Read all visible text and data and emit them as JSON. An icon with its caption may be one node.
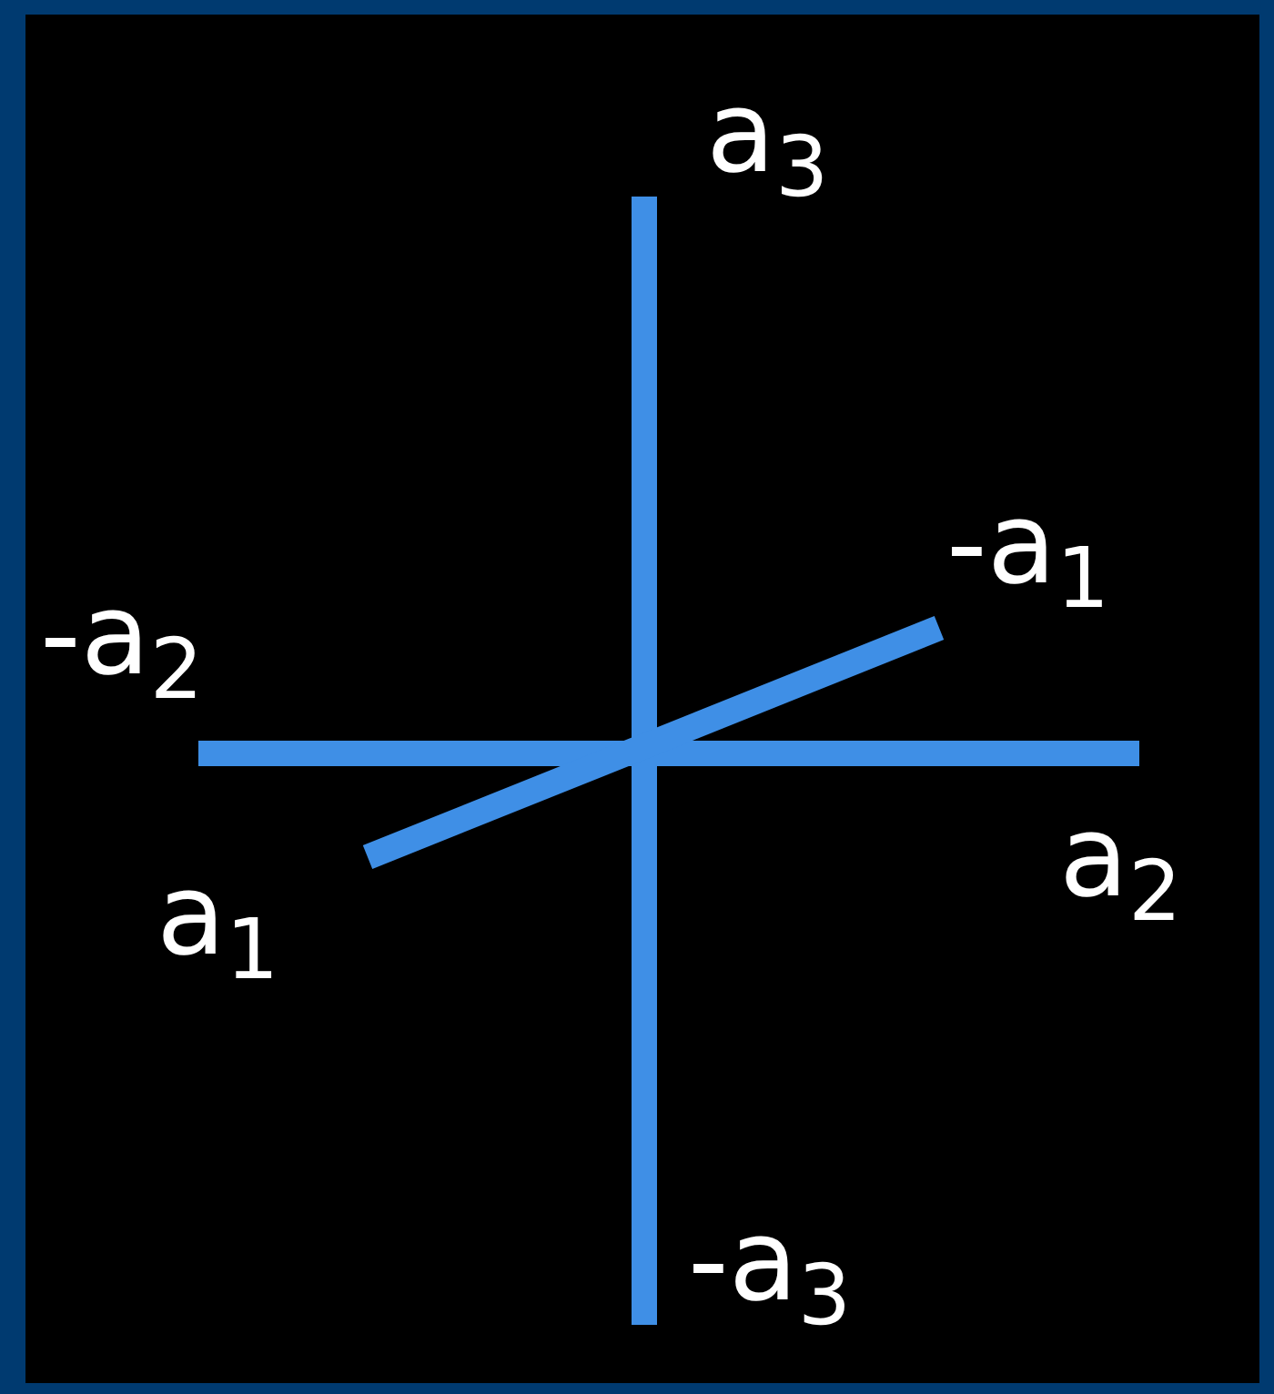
{
  "diagram": {
    "labels": [
      "a$_{3}$",
      "-a$_{1}$",
      "-a$_{2}$",
      "a$_{2}$",
      "a$_{1}$",
      "-a$_{3}$"
    ]
  }
}
